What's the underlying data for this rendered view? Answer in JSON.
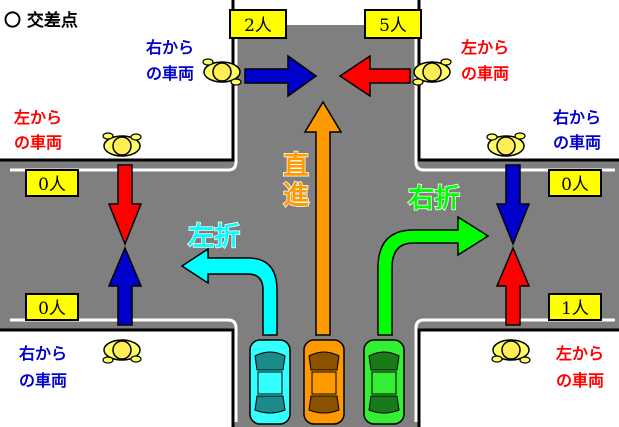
{
  "title": "〇 交差点",
  "counters": {
    "top_left": "2人",
    "top_right": "5人",
    "left_top": "0人",
    "left_bottom": "0人",
    "right_top": "0人",
    "right_bottom": "1人"
  },
  "labels": {
    "top_left": [
      "右から",
      "の車両"
    ],
    "top_right": [
      "左から",
      "の車両"
    ],
    "left_top": [
      "左から",
      "の車両"
    ],
    "left_bottom": [
      "右から",
      "の車両"
    ],
    "right_top": [
      "右から",
      "の車両"
    ],
    "right_bottom": [
      "左から",
      "の車両"
    ]
  },
  "maneuvers": {
    "left": "左折",
    "straight": [
      "直",
      "進"
    ],
    "right": "右折"
  },
  "colors": {
    "from_right": "#0000cc",
    "from_left": "#ff0000",
    "left_turn": "#00ffff",
    "straight": "#ff9900",
    "right_turn": "#00ff00",
    "counter_bg": "#ffff00",
    "road": "#7f7f7f"
  }
}
